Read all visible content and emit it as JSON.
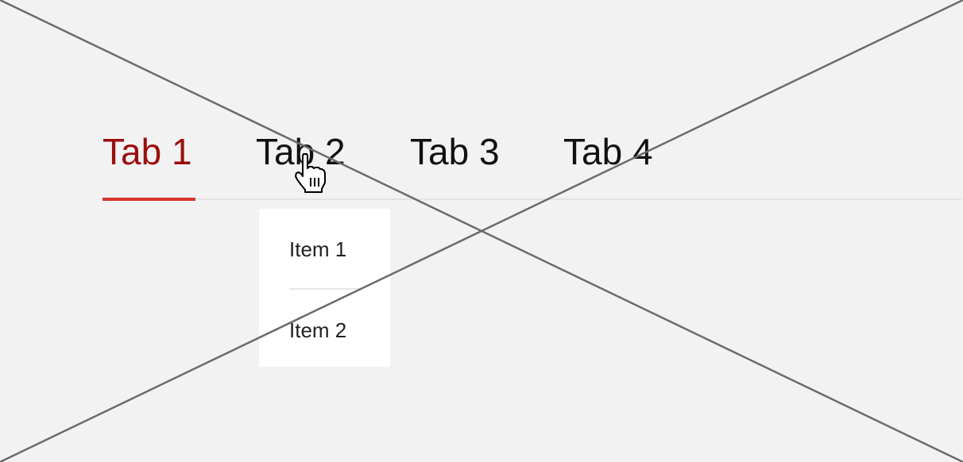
{
  "tabs": [
    {
      "label": "Tab 1",
      "active": true
    },
    {
      "label": "Tab 2",
      "active": false
    },
    {
      "label": "Tab 3",
      "active": false
    },
    {
      "label": "Tab 4",
      "active": false
    }
  ],
  "dropdown": {
    "items": [
      {
        "label": "Item 1"
      },
      {
        "label": "Item 2"
      }
    ]
  },
  "colors": {
    "background": "#f2f2f2",
    "active_tab_text": "#9b0d0d",
    "active_tab_underline": "#d7362c",
    "tab_text": "#111111",
    "placeholder_cross": "#6b6b6b"
  },
  "cursor": {
    "icon": "hand-pointer-icon"
  }
}
